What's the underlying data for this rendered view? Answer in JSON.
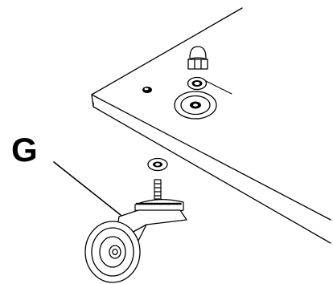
{
  "diagram": {
    "callout": {
      "letter": "G",
      "refers_to": "caster-wheel-assembly"
    },
    "parts": [
      "table-panel",
      "pilot-hole",
      "cap-nut",
      "lock-washer",
      "flat-washer",
      "mounting-hole",
      "caster-washer",
      "threaded-stem",
      "caster-wheel"
    ],
    "colors": {
      "line": "#000000",
      "background": "#ffffff"
    }
  }
}
